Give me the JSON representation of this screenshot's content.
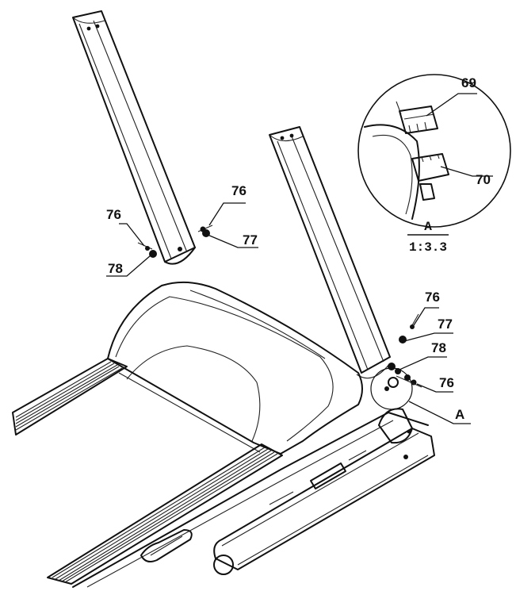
{
  "callouts": {
    "c69": "69",
    "c70": "70",
    "c76_left_top": "76",
    "c76_left": "76",
    "c77_left": "77",
    "c78_left": "78",
    "c76_right_top": "76",
    "c77_right": "77",
    "c78_right": "78",
    "c76_right_bottom": "76",
    "cA": "A"
  },
  "detail": {
    "label": "A",
    "scale": "1:3.3"
  }
}
